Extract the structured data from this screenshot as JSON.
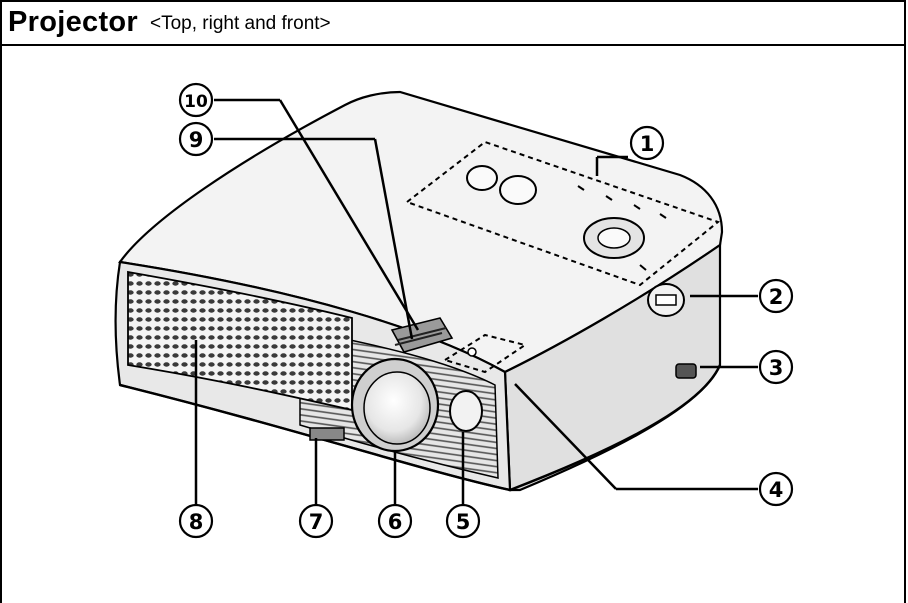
{
  "header": {
    "title": "Projector",
    "subtitle": "<Top, right and front>"
  },
  "callouts": [
    {
      "id": "1",
      "label": "1"
    },
    {
      "id": "2",
      "label": "2"
    },
    {
      "id": "3",
      "label": "3"
    },
    {
      "id": "4",
      "label": "4"
    },
    {
      "id": "5",
      "label": "5"
    },
    {
      "id": "6",
      "label": "6"
    },
    {
      "id": "7",
      "label": "7"
    },
    {
      "id": "8",
      "label": "8"
    },
    {
      "id": "9",
      "label": "9"
    },
    {
      "id": "10",
      "label": "10"
    }
  ],
  "colors": {
    "line": "#000000",
    "body_light": "#f2f2f2",
    "body_shade": "#d6d6d6",
    "grille": "#404040"
  }
}
